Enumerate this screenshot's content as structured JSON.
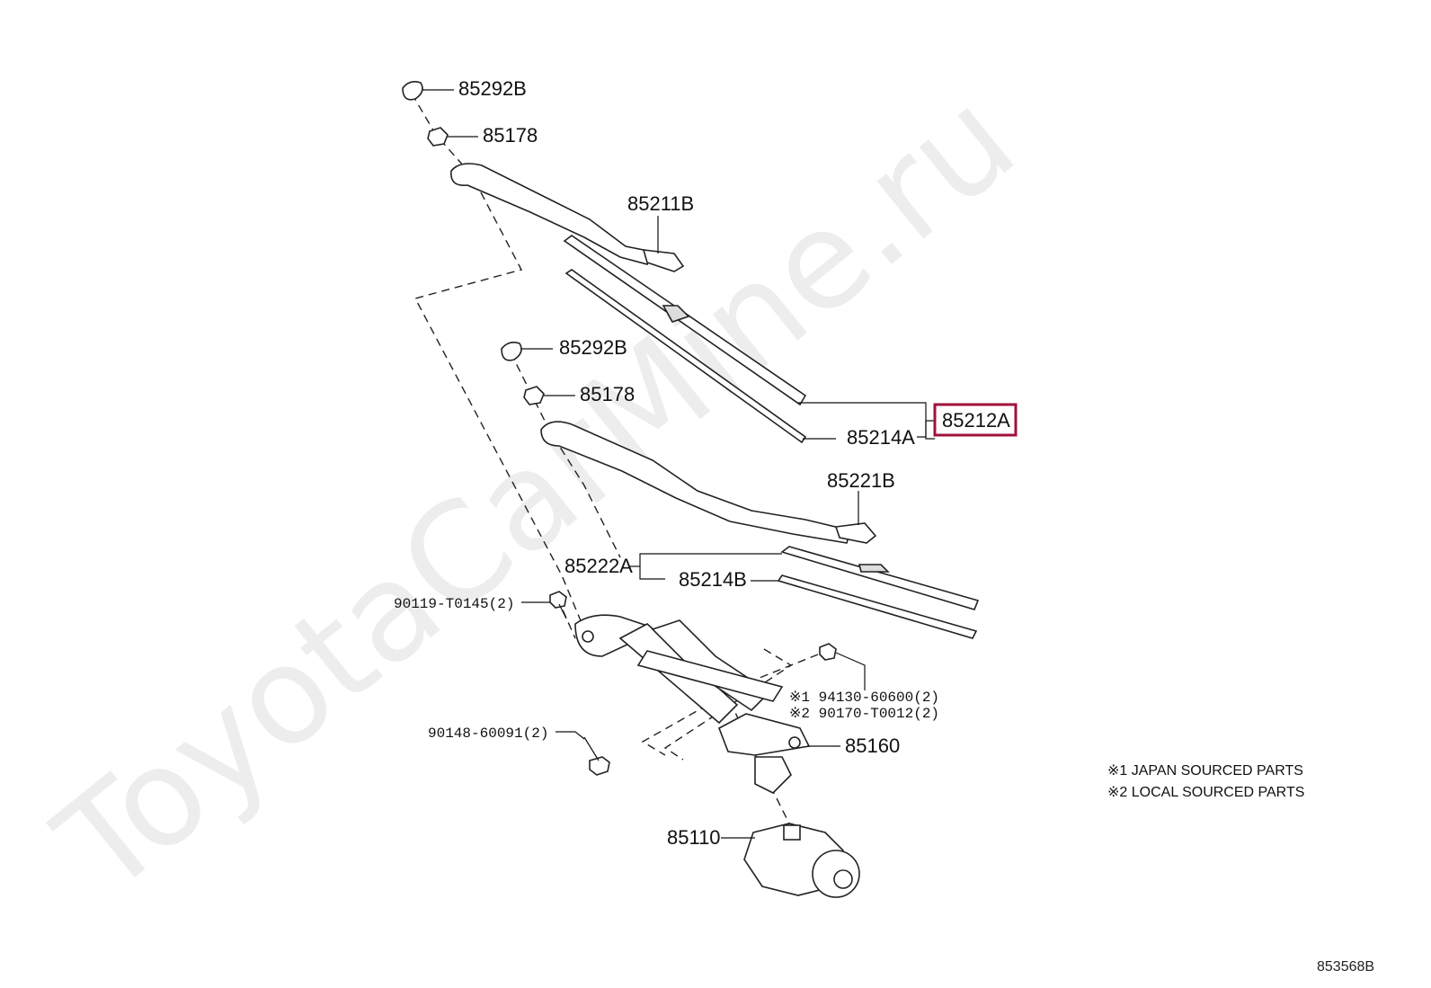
{
  "watermark": "ToyotaCarMine.ru",
  "labels": {
    "l85292b_top": "85292B",
    "l85178_top": "85178",
    "l85211b": "85211B",
    "l85292b_mid": "85292B",
    "l85178_mid": "85178",
    "l85214a": "85214A",
    "l85212a": "85212A",
    "l85221b": "85221B",
    "l85222a": "85222A",
    "l85214b": "85214B",
    "l90119": "90119-T0145(2)",
    "l94130": "※1  94130-60600(2)",
    "l90170": "※2  90170-T0012(2)",
    "l90148": "90148-60091(2)",
    "l85160": "85160",
    "l85110": "85110"
  },
  "notes": {
    "n1": "※1  JAPAN SOURCED PARTS",
    "n2": "※2  LOCAL SOURCED PARTS"
  },
  "diagram_code": "853568B",
  "highlight_color": "#a0123a"
}
